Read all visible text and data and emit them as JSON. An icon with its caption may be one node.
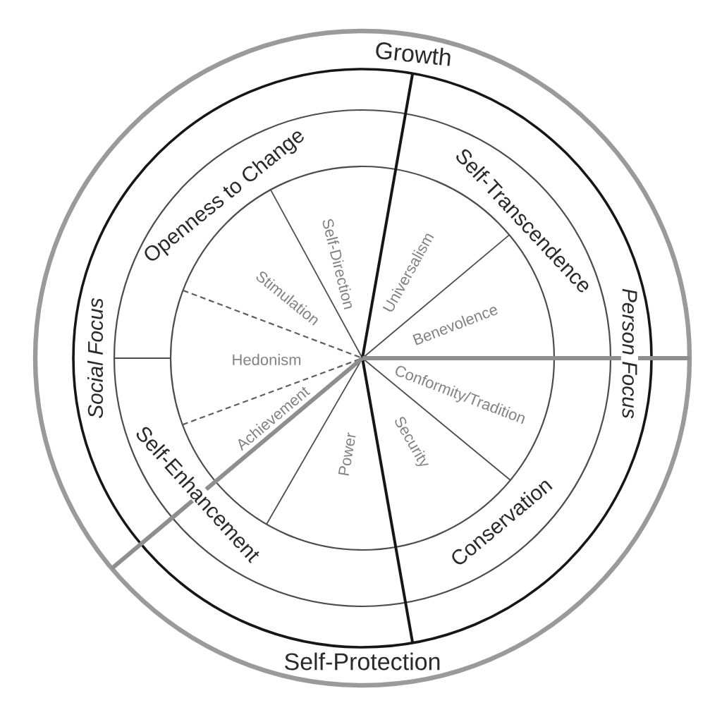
{
  "diagram": {
    "nodes": [
      {
        "text": [
          "Growth"
        ]
      },
      {
        "text": [
          "Self-Protection"
        ]
      },
      {
        "text": [
          "Social Focus"
        ]
      },
      {
        "text": [
          "Person Focus"
        ]
      },
      {
        "text": [
          "Openness to Change"
        ]
      },
      {
        "text": [
          "Self-Transcendence"
        ]
      },
      {
        "text": [
          "Self-Enhancement"
        ]
      },
      {
        "text": [
          "Conservation"
        ]
      },
      {
        "text": [
          "Self-Direction"
        ]
      },
      {
        "text": [
          "Universalism"
        ]
      },
      {
        "text": [
          "Stimulation"
        ]
      },
      {
        "text": [
          "Benevolence"
        ]
      },
      {
        "text": [
          "Hedonism"
        ]
      },
      {
        "text": [
          "Conformity/Tradition"
        ]
      },
      {
        "text": [
          "Achievement"
        ]
      },
      {
        "text": [
          "Security"
        ]
      },
      {
        "text": [
          "Power"
        ]
      }
    ]
  }
}
